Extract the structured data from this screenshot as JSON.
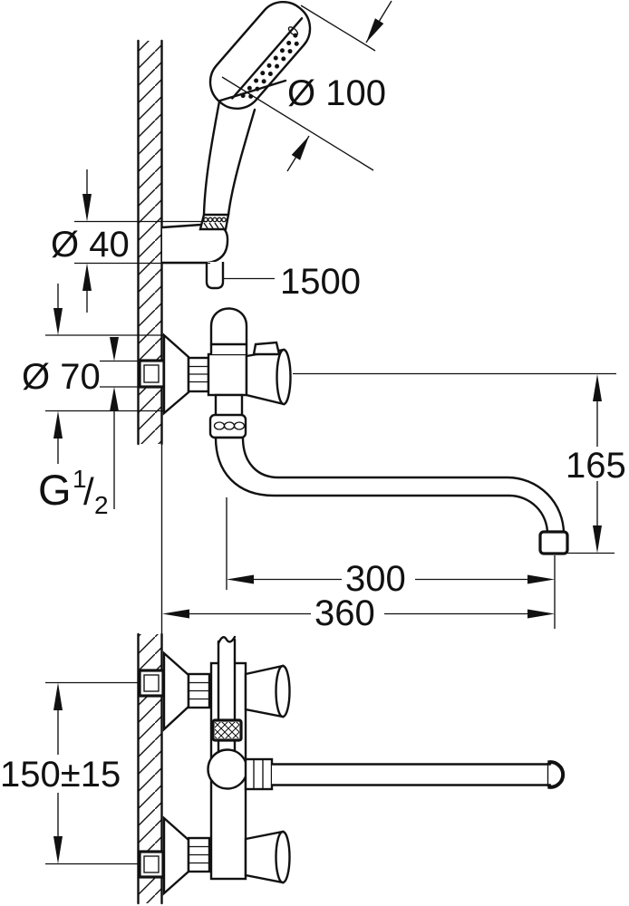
{
  "drawing": {
    "labels": {
      "shower_head_diameter": "Ø 100",
      "hose_length": "1500",
      "holder_diameter": "Ø 40",
      "escutcheon_diameter": "Ø 70",
      "thread_g": "G",
      "thread_numerator": "1",
      "thread_slash": "/",
      "thread_denominator": "2",
      "spout_height": "165",
      "spout_reach_center": "300",
      "spout_reach_wall": "360",
      "connection_spacing": "150±15"
    },
    "colors": {
      "line": "#111111",
      "background": "#ffffff"
    }
  }
}
